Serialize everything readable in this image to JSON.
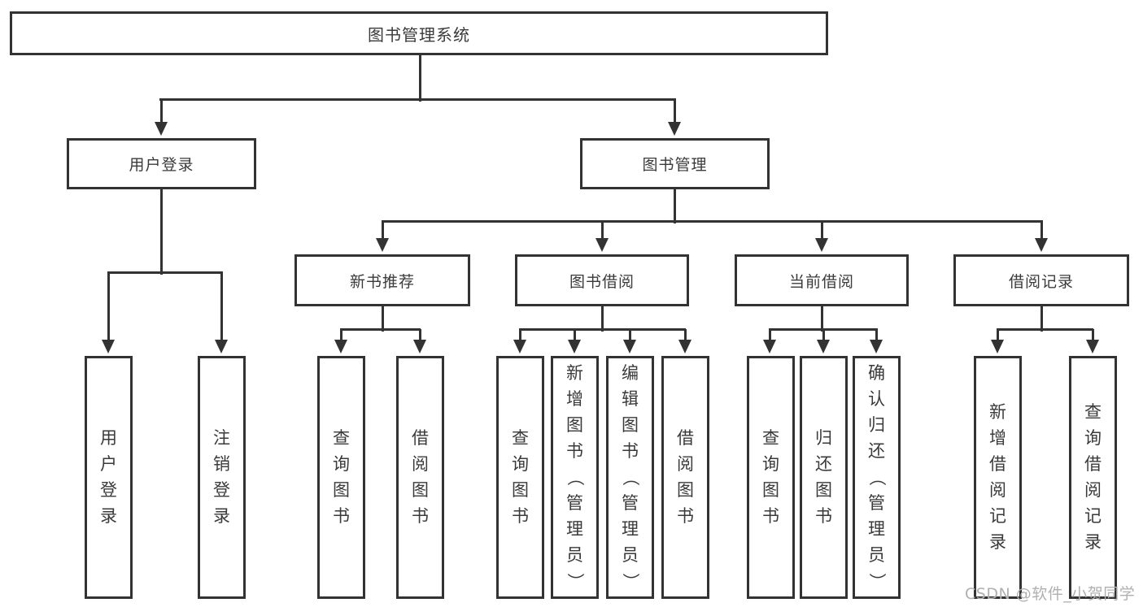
{
  "diagram": {
    "title": "图书管理系统",
    "level2": {
      "user_login": "用户登录",
      "book_management": "图书管理"
    },
    "level3": {
      "new_book_recommend": "新书推荐",
      "book_borrow": "图书借阅",
      "current_borrow": "当前借阅",
      "borrow_records": "借阅记录"
    },
    "leaves": [
      "用户登录",
      "注销登录",
      "查询图书",
      "借阅图书",
      "查询图书",
      "新增图书（管理员）",
      "编辑图书（管理员）",
      "借阅图书",
      "查询图书",
      "归还图书",
      "确认归还（管理员）",
      "新增借阅记录",
      "查询借阅记录"
    ],
    "colors": {
      "line": "#333333",
      "border": "#333333",
      "text": "#3a3a3a",
      "background": "#ffffff",
      "watermark": "#b0b0b0"
    },
    "watermark": "CSDN @软件_小贺同学"
  }
}
